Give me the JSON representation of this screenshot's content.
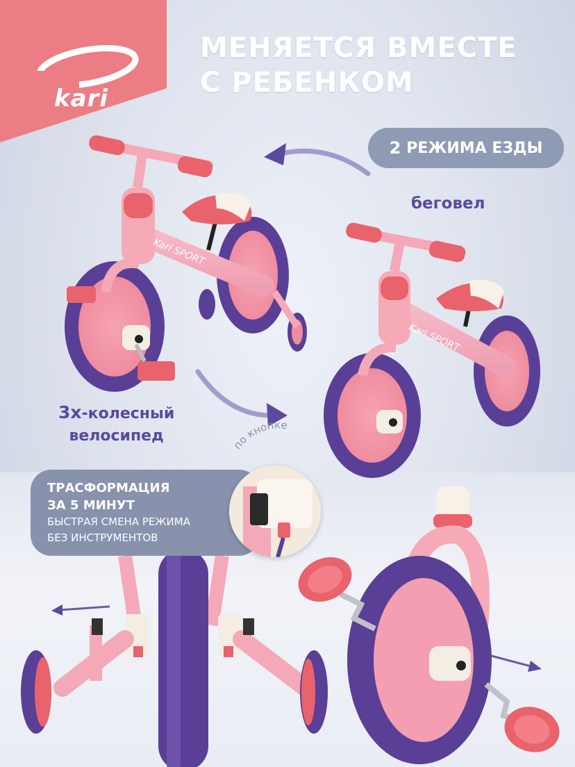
{
  "brand": {
    "logo_text": "kari"
  },
  "headline": {
    "line1": "МЕНЯЕТСЯ ВМЕСТЕ",
    "line2": "С РЕБЕНКОМ"
  },
  "modes_badge": {
    "number": "2",
    "text": "РЕЖИМА ЕЗДЫ"
  },
  "labels": {
    "balance_bike": "беговел",
    "tricycle_bold": "3х",
    "tricycle_rest": "-колесный",
    "tricycle_line2": "велосипед",
    "by_button": "по кнопке",
    "bike_brand": "Kari SPORT"
  },
  "transformation": {
    "title_line1": "ТРАСФОРМАЦИЯ",
    "title_line2": "ЗА 5 МИНУТ",
    "desc_line1": "БЫСТРАЯ СМЕНА РЕЖИМА",
    "desc_line2": "БЕЗ ИНСТРУМЕНТОВ"
  },
  "colors": {
    "brand_pink": "#ec7d84",
    "frame_pink": "#f3a9b8",
    "accent_coral": "#e9636c",
    "tire_purple": "#5a3f96",
    "text_purple": "#5b4a9c",
    "pill_gray": "#8f9ab5"
  }
}
